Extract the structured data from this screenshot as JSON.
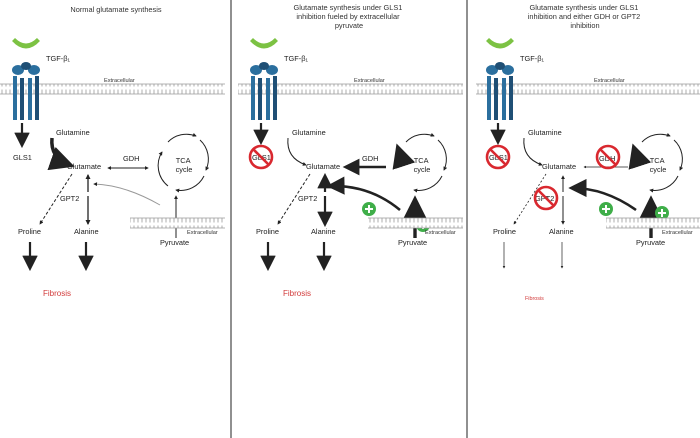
{
  "panels": [
    {
      "title": [
        "Normal glutamate synthesis"
      ],
      "ligand": "TGF-β₁",
      "extracellular": "Extracellular",
      "membrane_label": "Extracellular",
      "glutamine": "Glutamine",
      "gls1": "GLS1",
      "glutamate": "Glutamate",
      "gdh": "GDH",
      "tca": [
        "TCA",
        "cycle"
      ],
      "gpt2": "GPT2",
      "proline": "Proline",
      "alanine": "Alanine",
      "pyruvate": "Pyruvate",
      "fibrosis": "Fibrosis"
    },
    {
      "title": [
        "Glutamate synthesis under GLS1",
        "inhibition fueled by extracellular",
        "pyruvate"
      ],
      "ligand": "TGF-β₁",
      "extracellular": "Extracellular",
      "membrane_label": "Extracellular",
      "glutamine": "Glutamine",
      "gls1": "GLS1",
      "glutamate": "Glutamate",
      "gdh": "GDH",
      "tca": [
        "TCA",
        "cycle"
      ],
      "gpt2": "GPT2",
      "proline": "Proline",
      "alanine": "Alanine",
      "pyruvate": "Pyruvate",
      "fibrosis": "Fibrosis"
    },
    {
      "title": [
        "Glutamate synthesis under GLS1",
        "inhibition and either GDH or GPT2",
        "inhibition"
      ],
      "ligand": "TGF-β₁",
      "extracellular": "Extracellular",
      "membrane_label": "Extracellular",
      "glutamine": "Glutamine",
      "gls1": "GLS1",
      "glutamate": "Glutamate",
      "gdh": "GDH",
      "tca": [
        "TCA",
        "cycle"
      ],
      "gpt2": "GPT2",
      "proline": "Proline",
      "alanine": "Alanine",
      "pyruvate": "Pyruvate",
      "fibrosis": "Fibrosis"
    }
  ],
  "colors": {
    "receptor_blue": "#2b6f9e",
    "receptor_dark": "#1f4f75",
    "ligand_green": "#7cc243",
    "inhibit_red": "#d9282f",
    "stimulate_green": "#3fae49",
    "fibrosis_red": "#d23a3a",
    "divider": "#222222"
  }
}
